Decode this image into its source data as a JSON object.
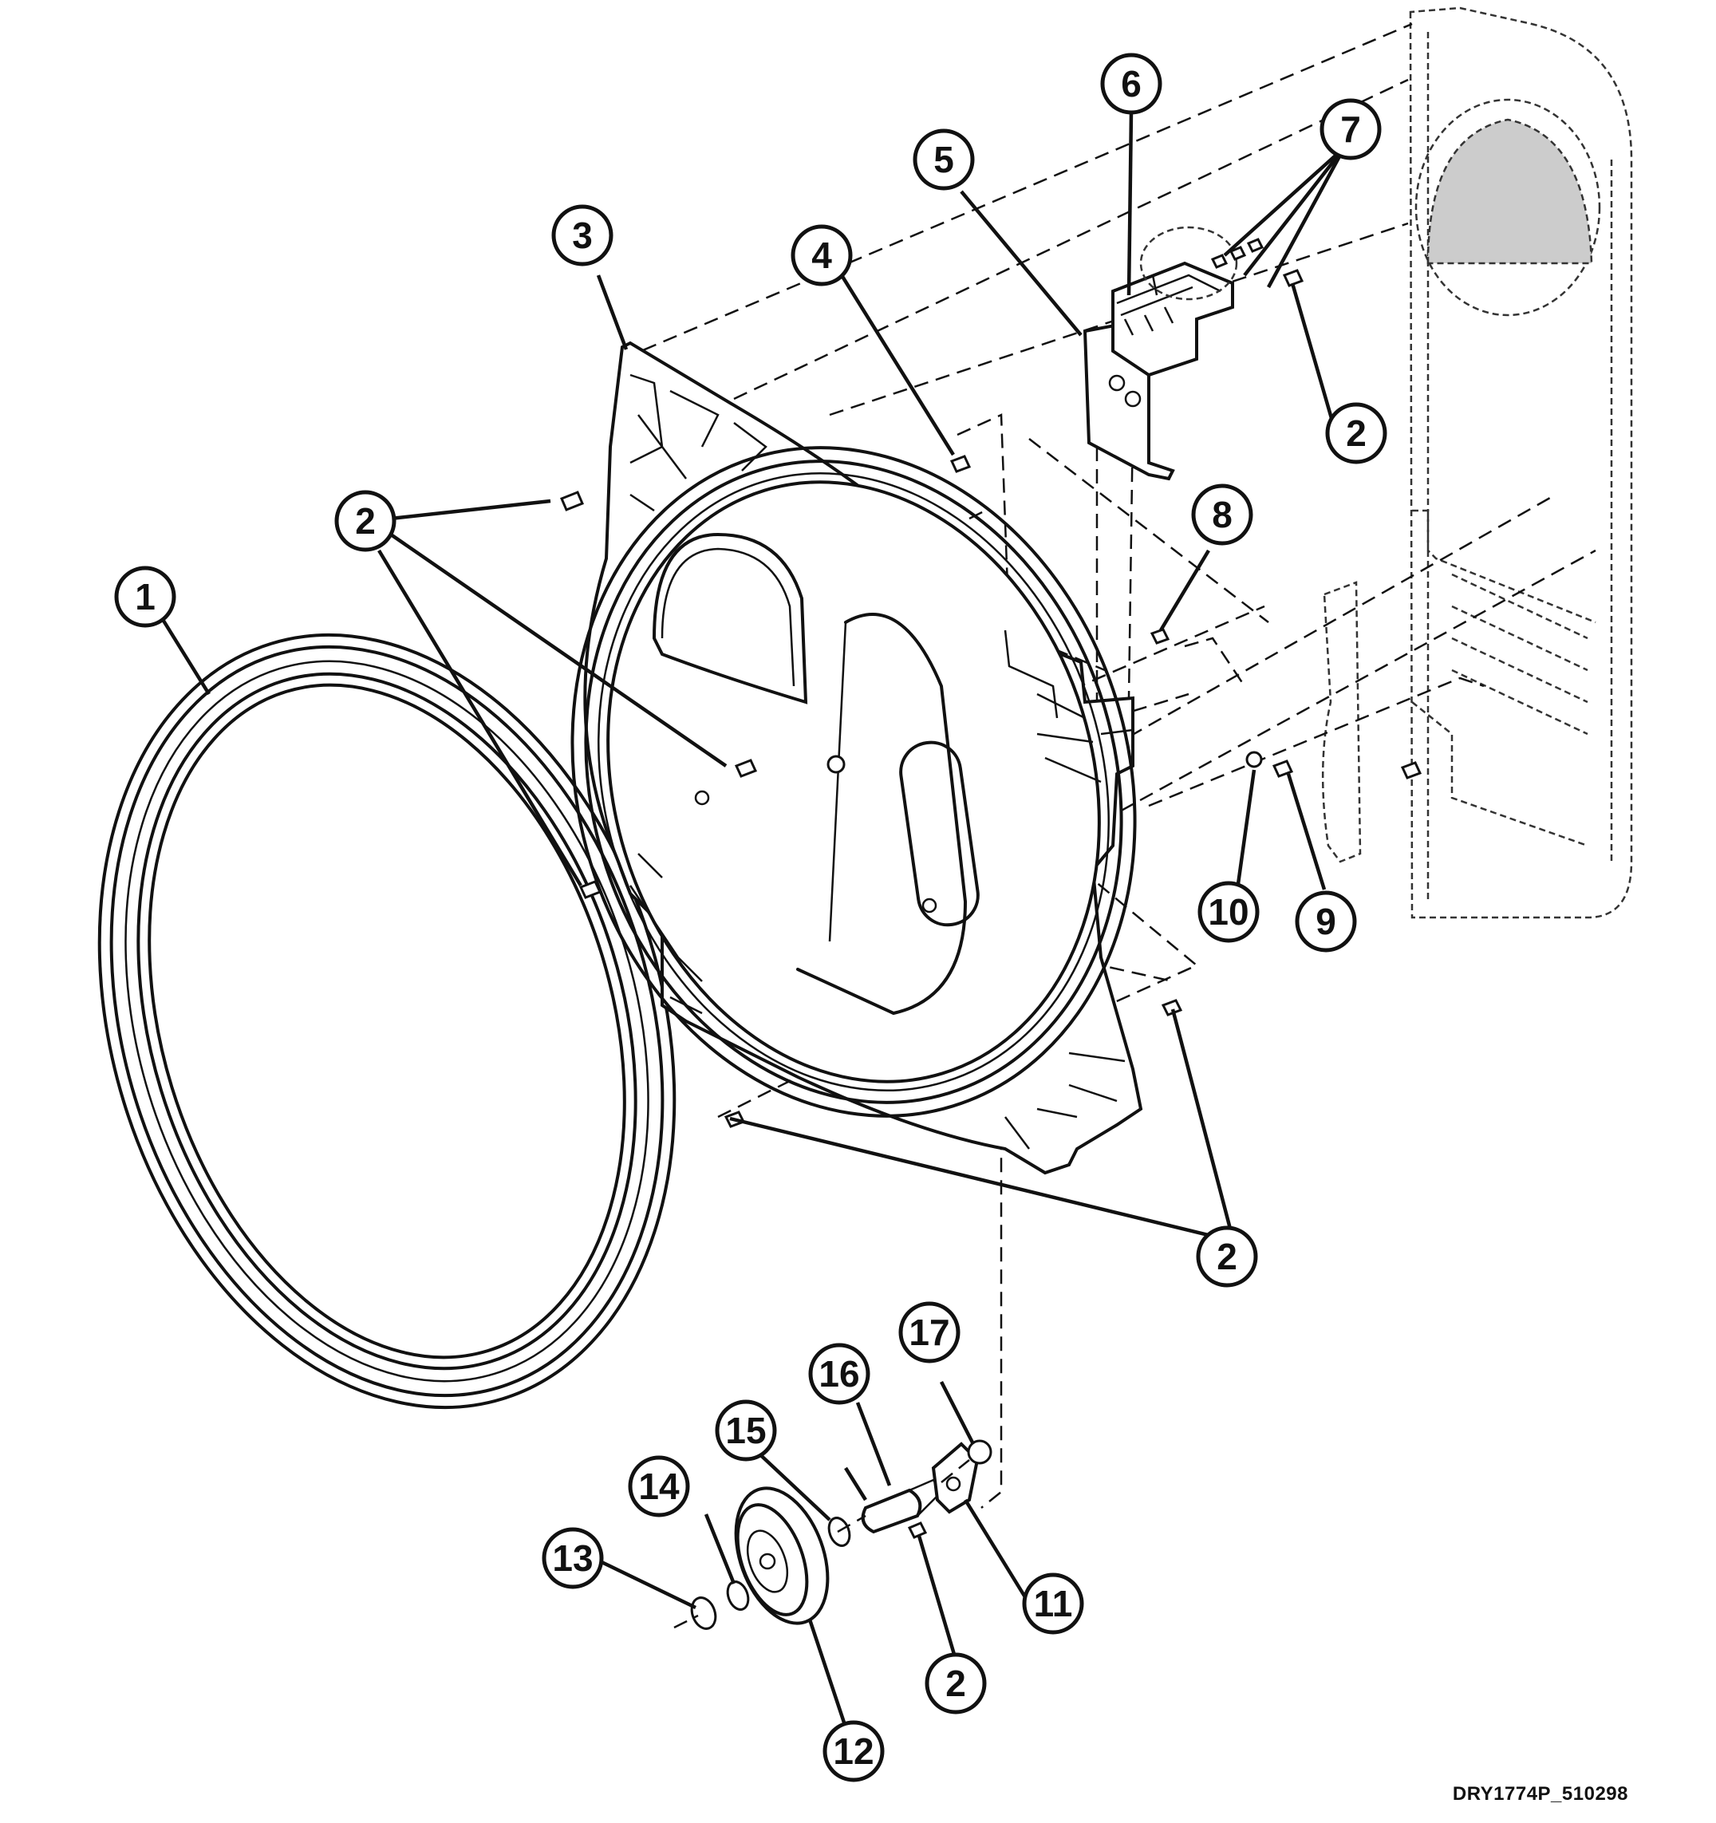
{
  "diagram": {
    "callouts": [
      {
        "id": "c1",
        "label": "1"
      },
      {
        "id": "c2a",
        "label": "2"
      },
      {
        "id": "c2b",
        "label": "2"
      },
      {
        "id": "c2c",
        "label": "2"
      },
      {
        "id": "c2d",
        "label": "2"
      },
      {
        "id": "c3",
        "label": "3"
      },
      {
        "id": "c4",
        "label": "4"
      },
      {
        "id": "c5",
        "label": "5"
      },
      {
        "id": "c6",
        "label": "6"
      },
      {
        "id": "c7",
        "label": "7"
      },
      {
        "id": "c8",
        "label": "8"
      },
      {
        "id": "c9",
        "label": "9"
      },
      {
        "id": "c10",
        "label": "10"
      },
      {
        "id": "c11",
        "label": "11"
      },
      {
        "id": "c12",
        "label": "12"
      },
      {
        "id": "c13",
        "label": "13"
      },
      {
        "id": "c14",
        "label": "14"
      },
      {
        "id": "c15",
        "label": "15"
      },
      {
        "id": "c16",
        "label": "16"
      },
      {
        "id": "c17",
        "label": "17"
      }
    ],
    "drawing_code": "DRY1774P_510298"
  }
}
